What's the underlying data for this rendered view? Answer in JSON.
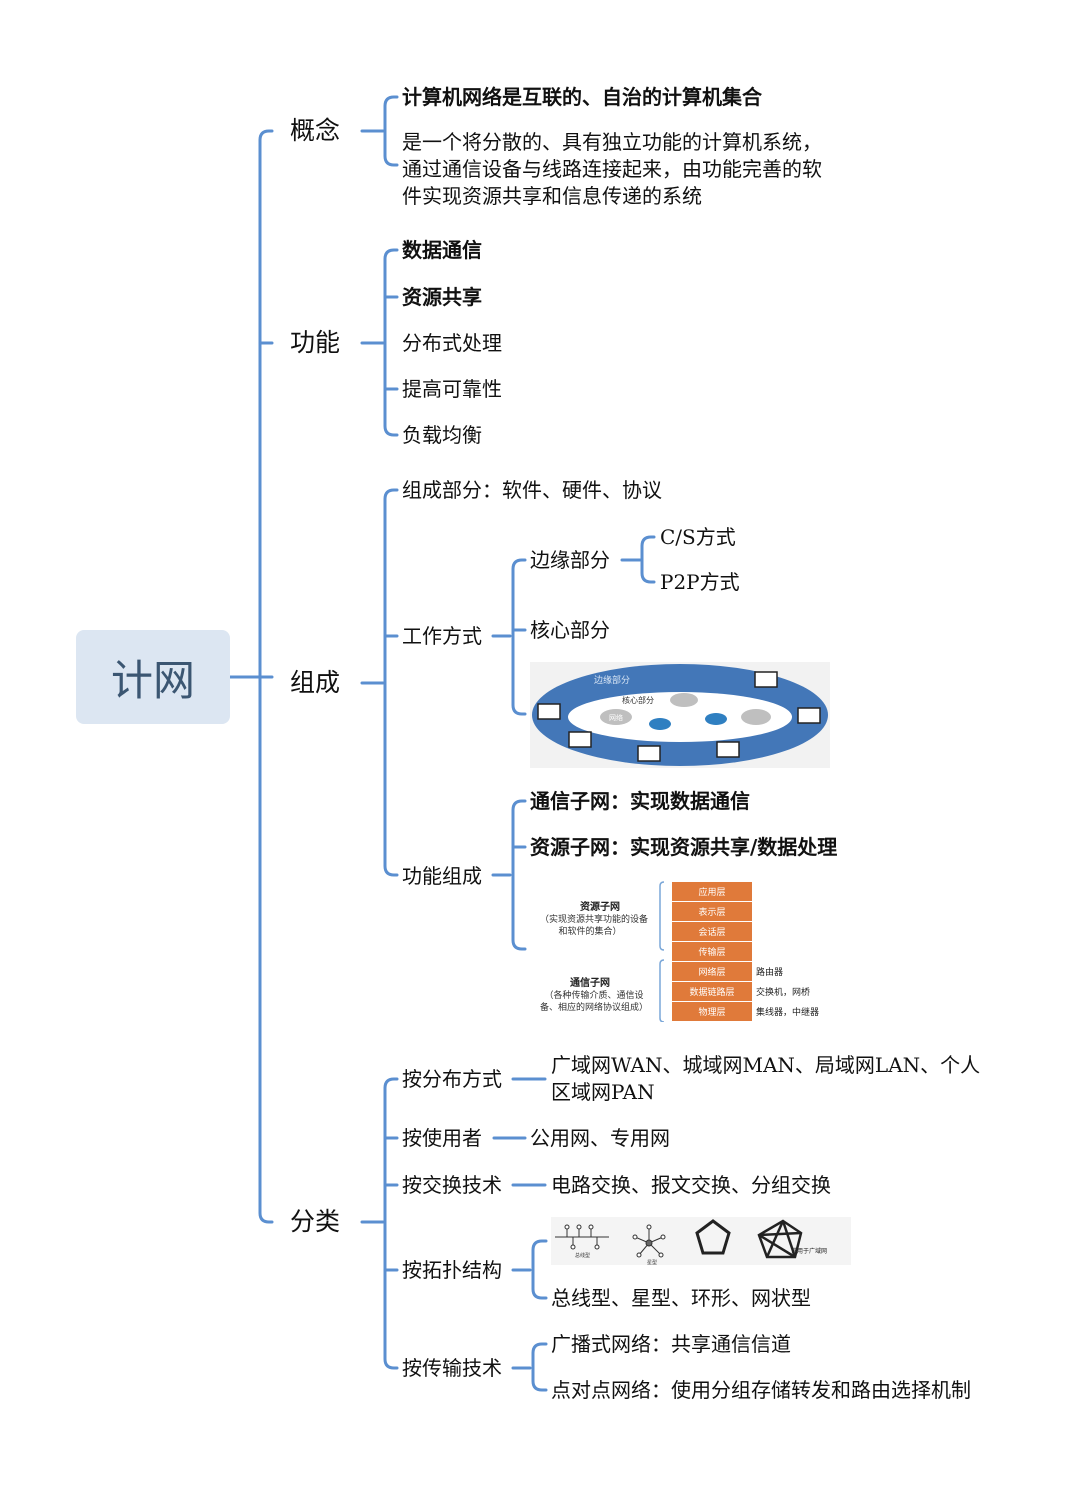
{
  "root": "计网",
  "branches": {
    "concept": {
      "label": "概念",
      "items": [
        "计算机网络是互联的、自治的计算机集合",
        "是一个将分散的、具有独立功能的计算机系统，",
        "通过通信设备与线路连接起来，由功能完善的软",
        "件实现资源共享和信息传递的系统"
      ]
    },
    "function": {
      "label": "功能",
      "items": [
        "数据通信",
        "资源共享",
        "分布式处理",
        "提高可靠性",
        "负载均衡"
      ]
    },
    "composition": {
      "label": "组成",
      "parts": "组成部分：软件、硬件、协议",
      "work_mode": "工作方式",
      "edge": "边缘部分",
      "cs": "C/S方式",
      "p2p": "P2P方式",
      "core": "核心部分",
      "ring_fig": {
        "edge": "边缘部分",
        "core": "核心部分",
        "net": "网络"
      },
      "func_comp": "功能组成",
      "comm_subnet": "通信子网：实现数据通信",
      "res_subnet": "资源子网：实现资源共享/数据处理",
      "layer_fig": {
        "res_title": "资源子网",
        "res_desc_1": "（实现资源共享功能的设备",
        "res_desc_2": "和软件的集合）",
        "comm_title": "通信子网",
        "comm_desc_1": "（各种传输介质、通信设",
        "comm_desc_2": "备、相应的网络协议组成）",
        "layers": [
          "应用层",
          "表示层",
          "会话层",
          "传输层",
          "网络层",
          "数据链路层",
          "物理层"
        ],
        "devices": [
          "路由器",
          "交换机，网桥",
          "集线器，中继器"
        ]
      }
    },
    "classification": {
      "label": "分类",
      "by_distribution": "按分布方式",
      "distribution_1": "广域网WAN、城域网MAN、局域网LAN、个人",
      "distribution_2": "区域网PAN",
      "by_user": "按使用者",
      "user_val": "公用网、专用网",
      "by_switching": "按交换技术",
      "switching_val": "电路交换、报文交换、分组交换",
      "by_topology": "按拓扑结构",
      "topology_val": "总线型、星型、环形、网状型",
      "topo_fig": {
        "bus": "总线型",
        "star": "星型",
        "wan_note": "常用于广域网"
      },
      "by_transmission": "按传输技术",
      "broadcast": "广播式网络：共享通信信道",
      "p2p": "点对点网络：使用分组存储转发和路由选择机制"
    }
  },
  "colors": {
    "line": "#5b8fd0",
    "root_bg": "#dce6f2",
    "ring": "#4377b8",
    "layer": "#e07a3a"
  }
}
